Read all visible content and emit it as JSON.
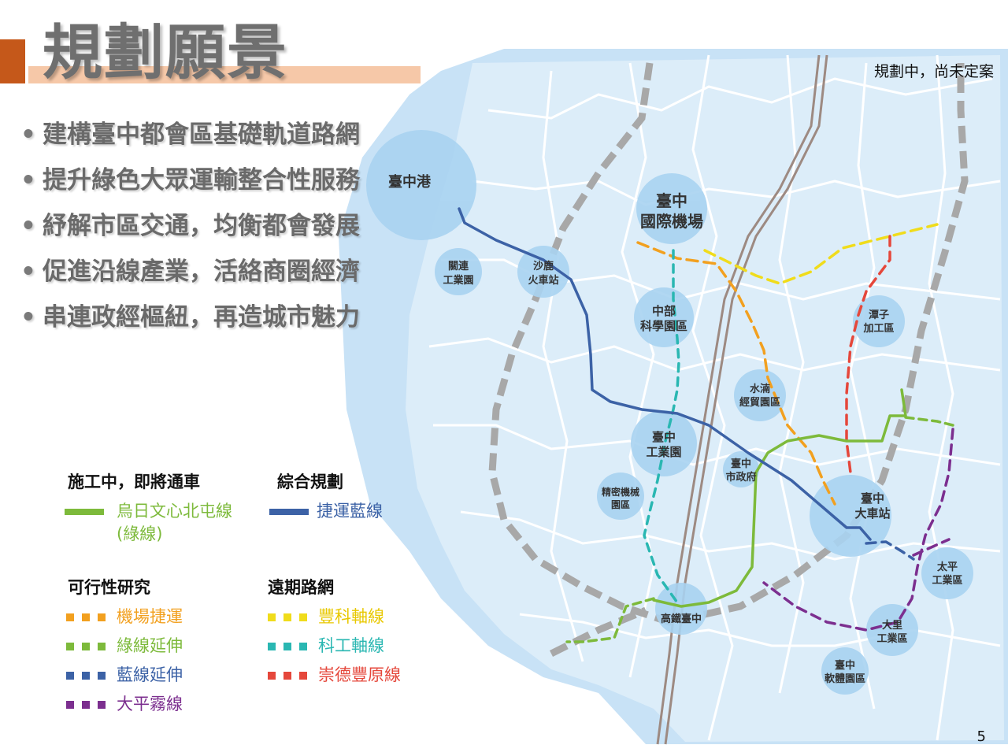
{
  "title": "規劃願景",
  "bullets": [
    "建構臺中都會區基礎軌道路網",
    "提升綠色大眾運輸整合性服務",
    "紓解市區交通，均衡都會發展",
    "促進沿線產業，活絡商圈經濟",
    "串連政經樞紐，再造城市魅力"
  ],
  "note": "規劃中，尚未定案",
  "page_number": "5",
  "map": {
    "places": {
      "taichung_port": "臺中港",
      "airport": [
        "臺中",
        "國際機場"
      ],
      "guanlian": [
        "關連",
        "工業園"
      ],
      "shalu": [
        "沙鹿",
        "火車站"
      ],
      "central_science": [
        "中部",
        "科學園區"
      ],
      "tanzi": [
        "潭子",
        "加工區"
      ],
      "shuinan": [
        "水湳",
        "經貿園區"
      ],
      "industrial_zone": [
        "臺中",
        "工業園"
      ],
      "city_hall": [
        "臺中",
        "市政府"
      ],
      "precision": [
        "精密機械",
        "園區"
      ],
      "main_station": [
        "臺中",
        "大車站"
      ],
      "hsr": "高鐵臺中",
      "taiping": [
        "太平",
        "工業區"
      ],
      "dali": [
        "大里",
        "工業區"
      ],
      "software_park": [
        "臺中",
        "軟體園區"
      ]
    },
    "colors": {
      "water": "#c8e2f6",
      "land": "#dcedf9",
      "district_border": "#ffffff",
      "railway": "#a8a8a8",
      "hsr_rail": "#9d8a82",
      "bubble": "#a9d3f1"
    }
  },
  "legend": {
    "groups": {
      "under_construction": "施工中，即將通車",
      "comprehensive": "綜合規劃",
      "feasibility": "可行性研究",
      "long_term": "遠期路網"
    },
    "lines": {
      "green_line": {
        "label": "烏日文心北屯線",
        "label2": "(綠線)",
        "color": "#7dba3b",
        "style": "solid"
      },
      "blue_line": {
        "label": "捷運藍線",
        "color": "#3c62a6",
        "style": "solid"
      },
      "airport_mrt": {
        "label": "機場捷運",
        "color": "#f2a01f",
        "style": "dashed"
      },
      "green_ext": {
        "label": "綠線延伸",
        "color": "#7dba3b",
        "style": "dashed"
      },
      "blue_ext": {
        "label": "藍線延伸",
        "color": "#3c62a6",
        "style": "dashed"
      },
      "dawu": {
        "label": "大平霧線",
        "color": "#7c2f8f",
        "style": "dashed"
      },
      "fengke": {
        "label": "豐科軸線",
        "color": "#f0dc1b",
        "style": "dashed"
      },
      "kegong": {
        "label": "科工軸線",
        "color": "#2ab7b2",
        "style": "dashed"
      },
      "chongde": {
        "label": "崇德豐原線",
        "color": "#e5473b",
        "style": "dashed"
      }
    }
  }
}
